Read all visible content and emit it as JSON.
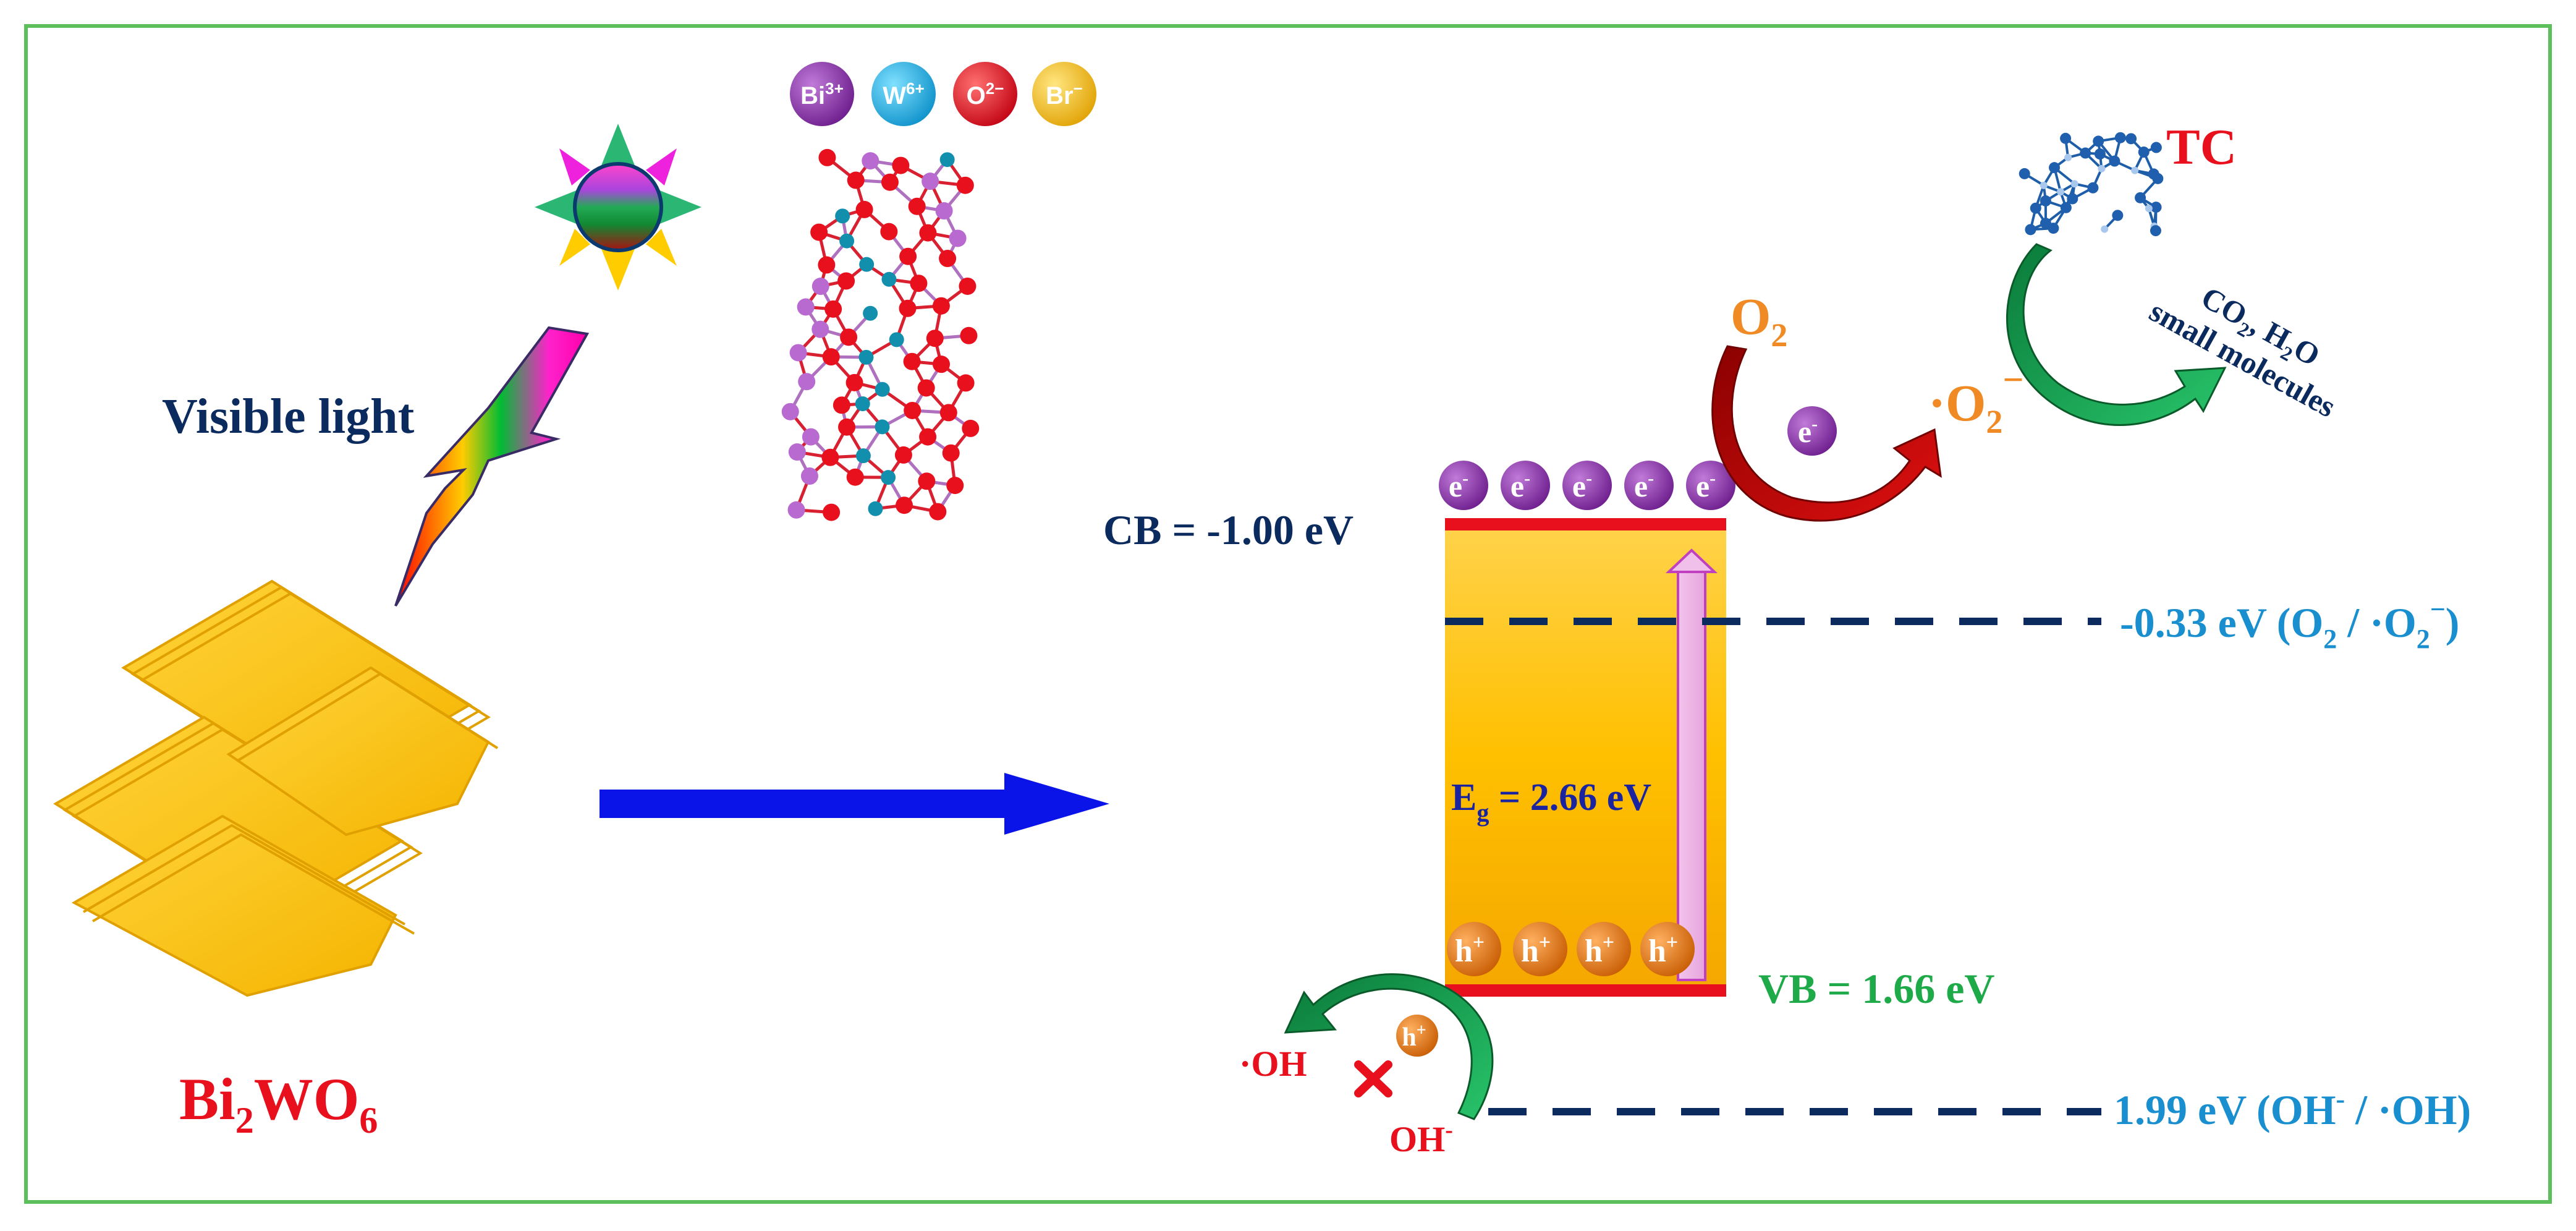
{
  "ions": [
    {
      "label": "Bi",
      "sup": "3+",
      "color": "#8e2bb0"
    },
    {
      "label": "W",
      "sup": "6+",
      "color": "#12b5e8"
    },
    {
      "label": "O",
      "sup": "2−",
      "color": "#e8101c"
    },
    {
      "label": "Br",
      "sup": "−",
      "color": "#f5c000"
    }
  ],
  "labels": {
    "visible_light": "Visible light",
    "catalyst": {
      "base": "Bi",
      "sub1": "2",
      "mid": "WO",
      "sub2": "6"
    },
    "cb": "CB = -1.00 eV",
    "vb": "VB = 1.66 eV",
    "eg": {
      "base": "E",
      "sub": "g",
      "rest": " = 2.66 eV"
    },
    "o2_level": {
      "a": "-0.33 eV (O",
      "sub1": "2",
      "b": " / ·O",
      "sub2": "2",
      "sup": "−",
      "c": ")"
    },
    "oh_level": {
      "a": "1.99 eV (OH",
      "sup": "-",
      "b": " / ·OH)"
    },
    "o2": {
      "base": "O",
      "sub": "2"
    },
    "superoxide": {
      "dot": "·O",
      "sub": "2",
      "sup": "−"
    },
    "tc": "TC",
    "products_line1": {
      "a": "CO",
      "sub1": "2",
      "b": ", H",
      "sub2": "2",
      "c": "O"
    },
    "products_line2": "small molecules",
    "oh_radical": "·OH",
    "oh_ion": {
      "base": "OH",
      "sup": "-"
    },
    "electron": {
      "base": "e",
      "sup": "-"
    },
    "hole": {
      "base": "h",
      "sup": "+"
    }
  },
  "colors": {
    "navy": "#0b2a5e",
    "red": "#e8101c",
    "orange": "#f08a24",
    "sky": "#1a8fd0",
    "green": "#1faa4a",
    "band": "#ffc000",
    "arrow_blue": "#0a14e8",
    "frame": "#5cbf5c"
  }
}
